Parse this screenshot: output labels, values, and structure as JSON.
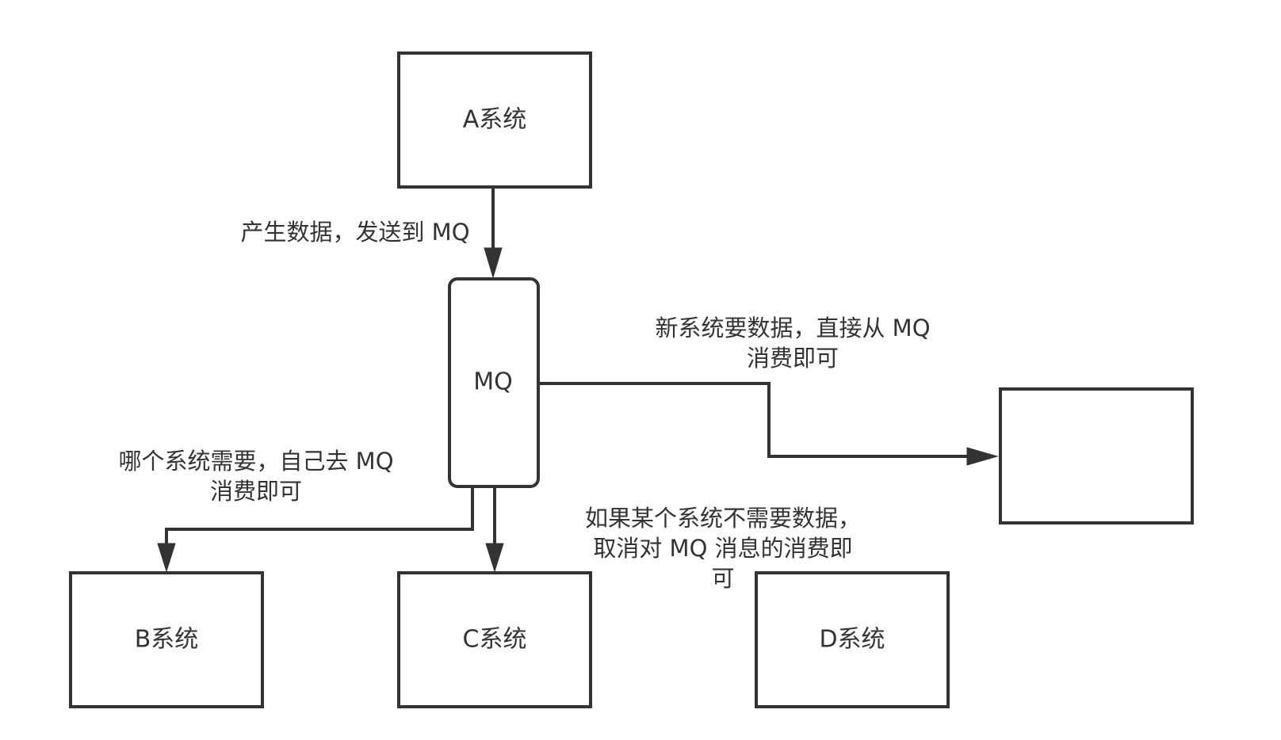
{
  "diagram": {
    "title": "",
    "nodes": {
      "a": {
        "label": "A系统"
      },
      "mq": {
        "label": "MQ"
      },
      "b": {
        "label": "B系统"
      },
      "c": {
        "label": "C系统"
      },
      "d": {
        "label": "D系统"
      },
      "new": {
        "label": ""
      }
    },
    "edges": {
      "a_to_mq": {
        "from": "A系统",
        "to": "MQ",
        "label": [
          "产生数据，发送到 MQ"
        ]
      },
      "mq_to_new": {
        "from": "MQ",
        "to": "",
        "label": [
          "新系统要数据，直接从 MQ",
          "消费即可"
        ]
      },
      "mq_to_b": {
        "from": "MQ",
        "to": "B系统",
        "label": [
          "哪个系统需要，自己去 MQ",
          "消费即可"
        ]
      },
      "mq_to_c": {
        "from": "MQ",
        "to": "C系统",
        "label": []
      }
    },
    "annotations": {
      "d_note": {
        "label": [
          "如果某个系统不需要数据，",
          "取消对 MQ 消息的消费即",
          "可"
        ]
      }
    },
    "colors": {
      "stroke": "#333333",
      "text": "#333333",
      "background": "#ffffff"
    }
  }
}
